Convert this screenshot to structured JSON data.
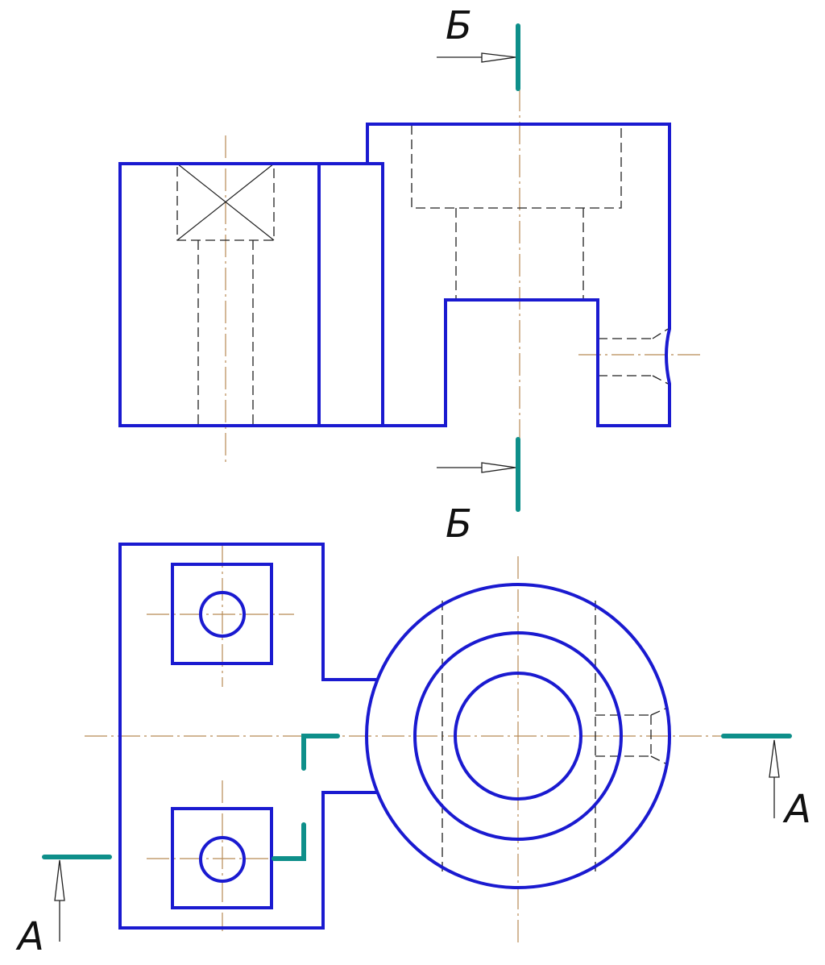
{
  "section_labels": {
    "b_top": "Б",
    "b_bottom": "Б",
    "a_right": "А",
    "a_left": "А"
  },
  "colors": {
    "visible_outline": "#1a1ad0",
    "hidden_line": "#202020",
    "center_line": "#b88a55",
    "cutting_plane": "#0e8f8a"
  }
}
